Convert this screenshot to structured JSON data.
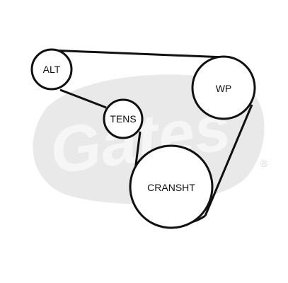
{
  "watermark": {
    "brand": "Gates",
    "registered_mark": "®",
    "color": "#e9e9e9"
  },
  "colors": {
    "belt": "#111111",
    "pulley_fill": "#ffffff",
    "pulley_stroke": "#111111"
  },
  "pulleys": {
    "alt": {
      "label": "ALT"
    },
    "tens": {
      "label": "TENS"
    },
    "wp": {
      "label": "WP"
    },
    "cranksht": {
      "label": "CRANSHT"
    }
  }
}
